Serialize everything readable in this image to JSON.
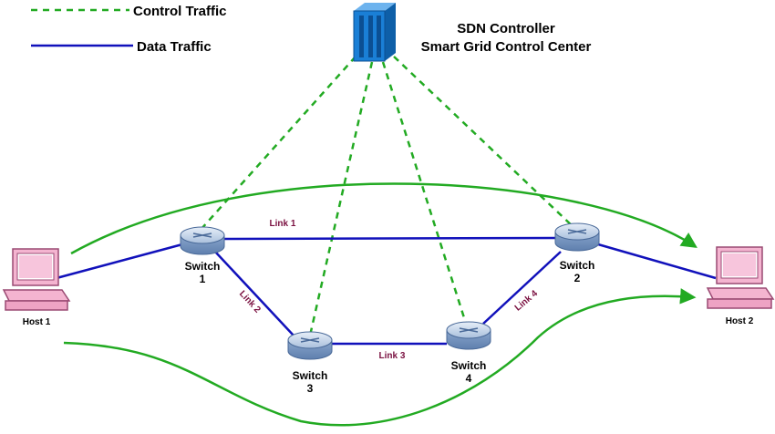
{
  "legend": {
    "control_label": "Control Traffic",
    "data_label": "Data Traffic"
  },
  "controller": {
    "title_line1": "SDN Controller",
    "title_line2": "Smart Grid Control Center",
    "icon": "server-icon"
  },
  "hosts": [
    {
      "label": "Host 1",
      "icon": "computer-icon",
      "color": "#f4b4d0"
    },
    {
      "label": "Host 2",
      "icon": "computer-icon",
      "color": "#f4b4d0"
    }
  ],
  "switches": [
    {
      "line1": "Switch",
      "line2": "1",
      "icon": "router-icon"
    },
    {
      "line1": "Switch",
      "line2": "2",
      "icon": "router-icon"
    },
    {
      "line1": "Switch",
      "line2": "3",
      "icon": "router-icon"
    },
    {
      "line1": "Switch",
      "line2": "4",
      "icon": "router-icon"
    }
  ],
  "links": [
    "Link 1",
    "Link 2",
    "Link 3",
    "Link 4"
  ],
  "colors": {
    "control_traffic": "#22aa22",
    "data_traffic": "#1111bb",
    "flow_arrow": "#22aa22",
    "link_label": "#7a1040",
    "controller": "#1a7fd6"
  }
}
